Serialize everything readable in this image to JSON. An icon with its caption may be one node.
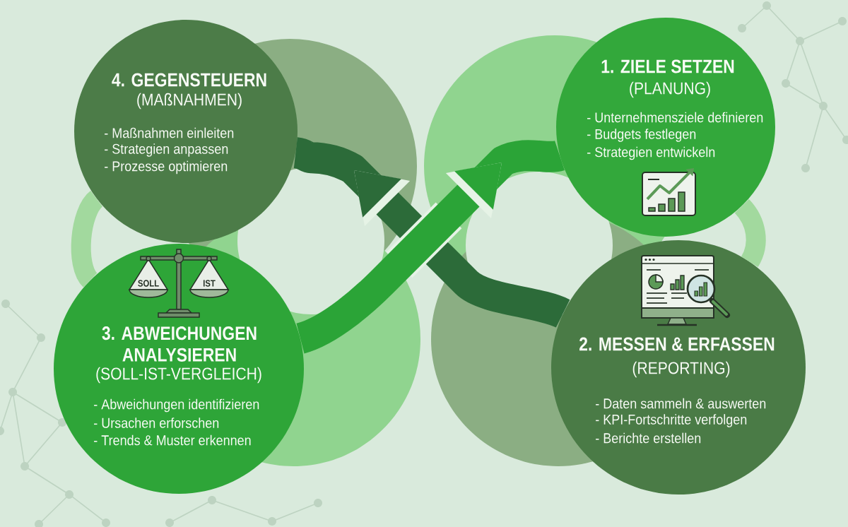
{
  "diagram": {
    "nodes": [
      {
        "text": [
          "1. ZIELE SETZEN",
          "(PLANUNG)",
          "- Unternehmensziele definieren",
          "- Budgets festlegen",
          "- Strategien entwickeln"
        ]
      },
      {
        "text": [
          "2. MESSEN & ERFASSEN",
          "(REPORTING)",
          "- Daten sammeln & auswerten",
          "- KPI-Fortschritte verfolgen",
          "- Berichte erstellen"
        ]
      },
      {
        "text": [
          "3. ABWEICHUNGEN ANALYSIEREN",
          "(SOLL-IST-VERGLEICH)",
          "- Abweichungen identifizieren",
          "- Ursachen erforschen",
          "- Trends & Muster erkennen"
        ]
      },
      {
        "text": [
          "4. GEGENSTEUERN",
          "(MAßNAHMEN)",
          "- Maßnahmen einleiten",
          "- Strategien anpassen",
          "- Prozesse optimieren"
        ]
      }
    ],
    "edges": [
      {
        "from": 0,
        "to": 1,
        "arrow": "none",
        "color": "#a2d99e"
      },
      {
        "from": 1,
        "to": 3,
        "arrow": "to",
        "color": "#2c6b39"
      },
      {
        "from": 3,
        "to": 2,
        "arrow": "none",
        "color": "#a2d99e"
      },
      {
        "from": 2,
        "to": 0,
        "arrow": "to",
        "color": "#2ba437"
      }
    ],
    "labels": [
      "SOLL",
      "IST"
    ]
  }
}
